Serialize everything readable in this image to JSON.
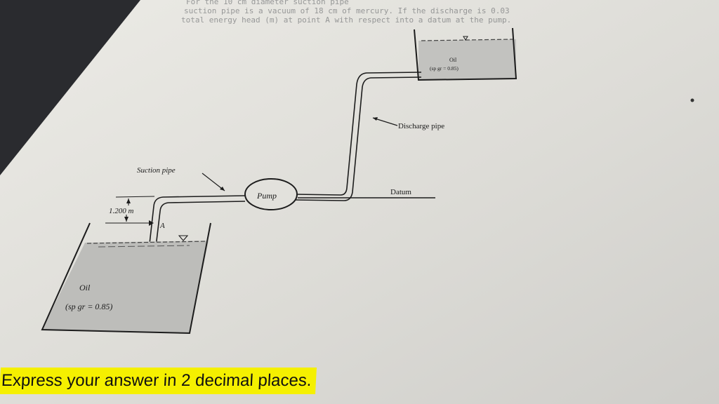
{
  "problem_text_lines": [
    "For the 10 cm diameter suction pipe",
    "suction pipe is a vacuum of 18 cm of mercury. If the discharge is 0.03",
    "total energy head (m) at point A with respect into a datum at the pump."
  ],
  "diagram": {
    "upper_tank": {
      "fluid": "Oil",
      "sg": "(sp gr = 0.85)"
    },
    "lower_tank": {
      "fluid": "Oil",
      "sg": "(sp gr = 0.85)"
    },
    "pump_label": "Pump",
    "suction_pipe_label": "Suction pipe",
    "discharge_pipe_label": "Discharge pipe",
    "datum_label": "Datum",
    "dimension_label": "1.200 m",
    "point_label": "A"
  },
  "instruction": "Express your answer in 2 decimal places.",
  "colors": {
    "paper": "#e3e2dd",
    "oil_fill": "#bfbfbc",
    "line": "#1c1c1c",
    "highlight": "#f5f000"
  }
}
